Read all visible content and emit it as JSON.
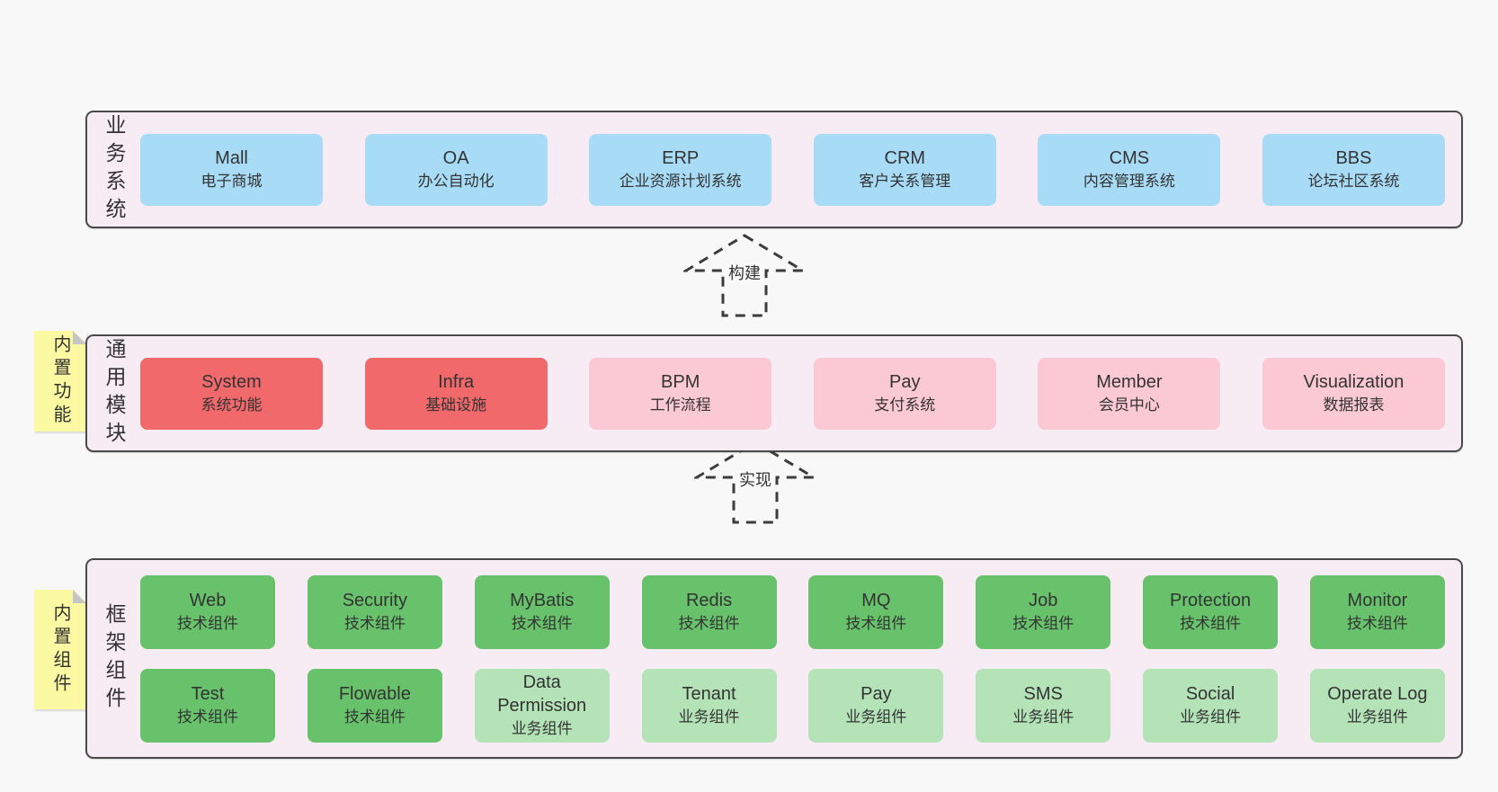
{
  "colors": {
    "page_bg": "#f8f8f8",
    "container_bg": "#f7ecf4",
    "container_border": "#4a4a4a",
    "blue": "#a8dbf5",
    "red": "#f1696b",
    "pink": "#fbc9d3",
    "green": "#68c26c",
    "green_light": "#b5e3b8",
    "tag_yellow": "#fbf9a2",
    "text": "#333333"
  },
  "layers": {
    "business": {
      "label": "业务系统",
      "boxes": [
        {
          "name": "Mall",
          "desc": "电子商城"
        },
        {
          "name": "OA",
          "desc": "办公自动化"
        },
        {
          "name": "ERP",
          "desc": "企业资源计划系统"
        },
        {
          "name": "CRM",
          "desc": "客户关系管理"
        },
        {
          "name": "CMS",
          "desc": "内容管理系统"
        },
        {
          "name": "BBS",
          "desc": "论坛社区系统"
        }
      ]
    },
    "modules": {
      "label": "通用模块",
      "tag": "内置功能",
      "boxes": [
        {
          "name": "System",
          "desc": "系统功能"
        },
        {
          "name": "Infra",
          "desc": "基础设施"
        },
        {
          "name": "BPM",
          "desc": "工作流程"
        },
        {
          "name": "Pay",
          "desc": "支付系统"
        },
        {
          "name": "Member",
          "desc": "会员中心"
        },
        {
          "name": "Visualization",
          "desc": "数据报表"
        }
      ]
    },
    "framework": {
      "label": "框架组件",
      "tag": "内置组件",
      "row1": [
        {
          "name": "Web",
          "desc": "技术组件"
        },
        {
          "name": "Security",
          "desc": "技术组件"
        },
        {
          "name": "MyBatis",
          "desc": "技术组件"
        },
        {
          "name": "Redis",
          "desc": "技术组件"
        },
        {
          "name": "MQ",
          "desc": "技术组件"
        },
        {
          "name": "Job",
          "desc": "技术组件"
        },
        {
          "name": "Protection",
          "desc": "技术组件"
        },
        {
          "name": "Monitor",
          "desc": "技术组件"
        }
      ],
      "row2": [
        {
          "name": "Test",
          "desc": "技术组件"
        },
        {
          "name": "Flowable",
          "desc": "技术组件"
        },
        {
          "name": "Data Permission",
          "desc": "业务组件"
        },
        {
          "name": "Tenant",
          "desc": "业务组件"
        },
        {
          "name": "Pay",
          "desc": "业务组件"
        },
        {
          "name": "SMS",
          "desc": "业务组件"
        },
        {
          "name": "Social",
          "desc": "业务组件"
        },
        {
          "name": "Operate Log",
          "desc": "业务组件"
        }
      ]
    }
  },
  "arrows": {
    "build": {
      "label": "构建"
    },
    "implement": {
      "label": "实现"
    }
  }
}
